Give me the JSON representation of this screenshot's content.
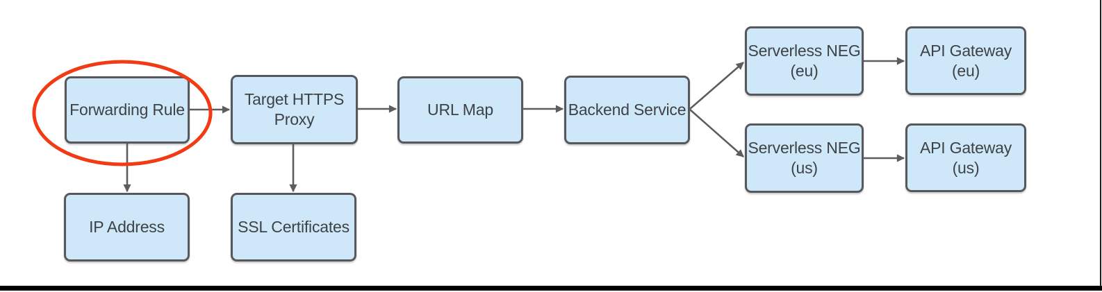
{
  "diagram": {
    "description": "Flowchart of an HTTPS load balancing architecture with a red ellipse highlighting the Forwarding Rule node",
    "nodes": {
      "forwarding_rule": {
        "label": "Forwarding Rule"
      },
      "target_https_proxy": {
        "label": "Target HTTPS\nProxy"
      },
      "url_map": {
        "label": "URL Map"
      },
      "backend_service": {
        "label": "Backend Service"
      },
      "serverless_neg_eu": {
        "label": "Serverless NEG\n(eu)"
      },
      "api_gateway_eu": {
        "label": "API Gateway\n(eu)"
      },
      "serverless_neg_us": {
        "label": "Serverless NEG\n(us)"
      },
      "api_gateway_us": {
        "label": "API Gateway\n(us)"
      },
      "ip_address": {
        "label": "IP Address"
      },
      "ssl_certificates": {
        "label": "SSL Certificates"
      }
    },
    "edges": [
      {
        "from": "forwarding_rule",
        "to": "target_https_proxy"
      },
      {
        "from": "target_https_proxy",
        "to": "url_map"
      },
      {
        "from": "url_map",
        "to": "backend_service"
      },
      {
        "from": "backend_service",
        "to": "serverless_neg_eu"
      },
      {
        "from": "backend_service",
        "to": "serverless_neg_us"
      },
      {
        "from": "serverless_neg_eu",
        "to": "api_gateway_eu"
      },
      {
        "from": "serverless_neg_us",
        "to": "api_gateway_us"
      },
      {
        "from": "forwarding_rule",
        "to": "ip_address"
      },
      {
        "from": "target_https_proxy",
        "to": "ssl_certificates"
      }
    ],
    "annotations": [
      {
        "type": "ellipse-highlight",
        "target": "forwarding_rule"
      }
    ],
    "colors": {
      "node_fill": "#cfe8f9",
      "node_border": "#56585c",
      "arrow": "#5b5e61",
      "text": "#3e4245",
      "highlight": "#f23b14",
      "frame": "#000000"
    }
  }
}
